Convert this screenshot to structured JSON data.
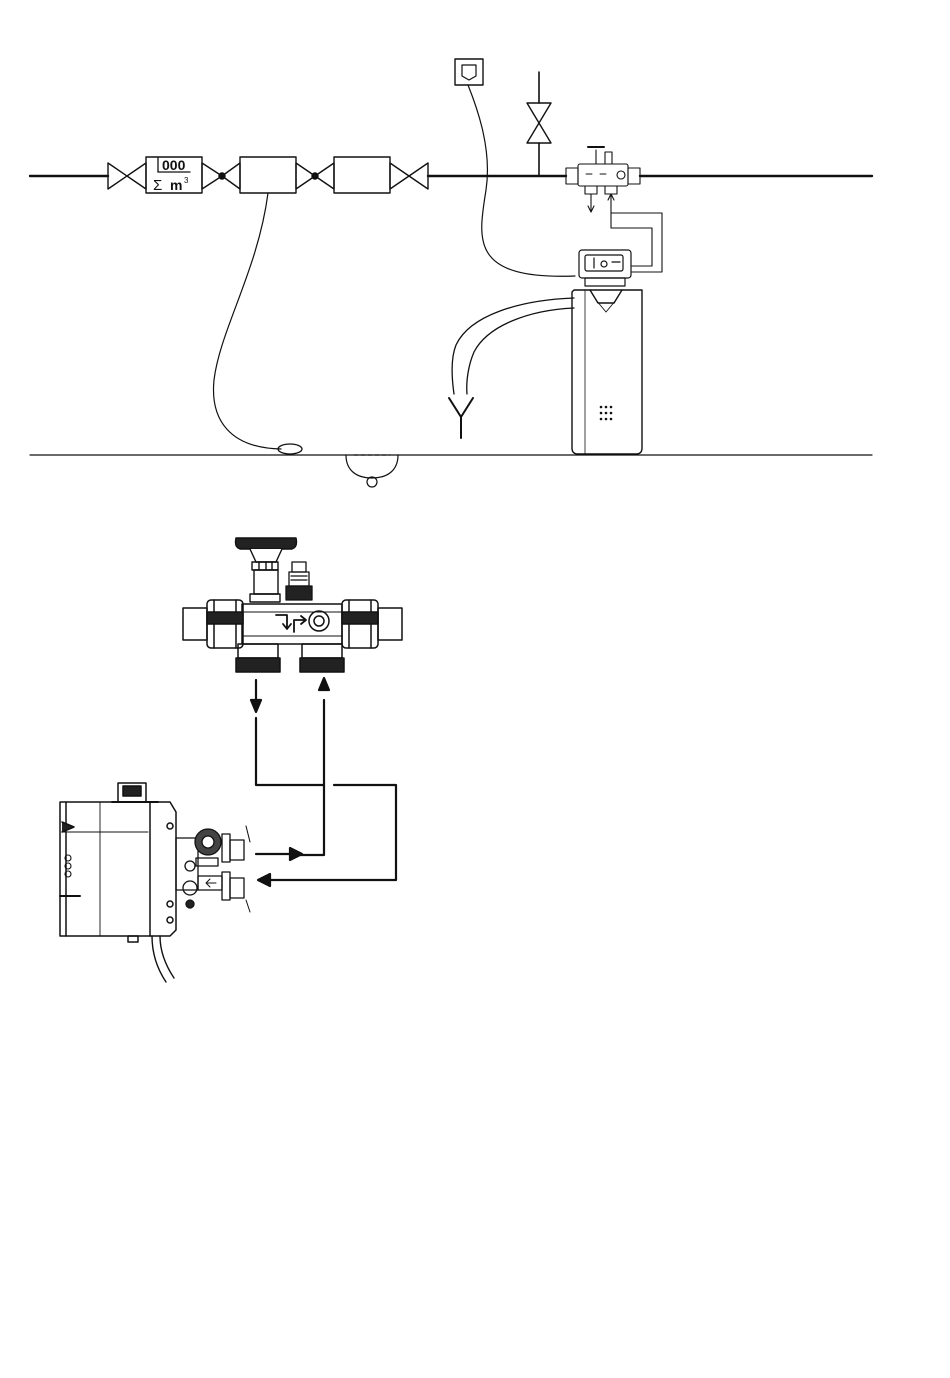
{
  "meter": {
    "reading": "000",
    "sum_symbol": "Σ",
    "unit": "m",
    "unit_exponent": "3"
  },
  "colors": {
    "line": "#111111",
    "fill": "#ffffff",
    "shade": "#444444"
  }
}
